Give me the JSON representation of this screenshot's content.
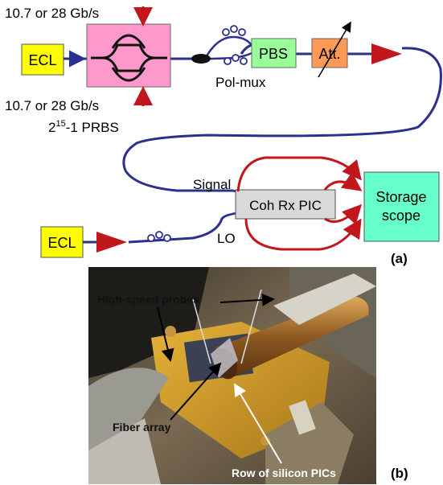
{
  "top": {
    "bitrate_top": "10.7 or 28 Gb/s",
    "bitrate_bottom": "10.7 or 28 Gb/s",
    "prbs_base": "2",
    "prbs_exp": "15",
    "prbs_rest": "-1 PRBS",
    "ecl_tx": "ECL",
    "pbs": "PBS",
    "att": "Att.",
    "polmux": "Pol-mux",
    "signal": "Signal",
    "lo": "LO",
    "coh_rx": "Coh Rx PIC",
    "scope_line1": "Storage",
    "scope_line2": "scope",
    "ecl_lo": "ECL",
    "panel_a": "(a)"
  },
  "photo": {
    "probes": "High-speed probes",
    "fiber": "Fiber array",
    "row": "Row of silicon PICs",
    "panel_b": "(b)"
  },
  "colors": {
    "fiber": "#2b2f8f",
    "rf": "#c0161c",
    "ecl_fill": "#ffff00",
    "mod_fill": "#ff99cc",
    "pbs_fill": "#99ff99",
    "att_fill": "#ff9955",
    "coh_fill": "#d9d9d9",
    "scope_fill": "#66ffcc"
  }
}
